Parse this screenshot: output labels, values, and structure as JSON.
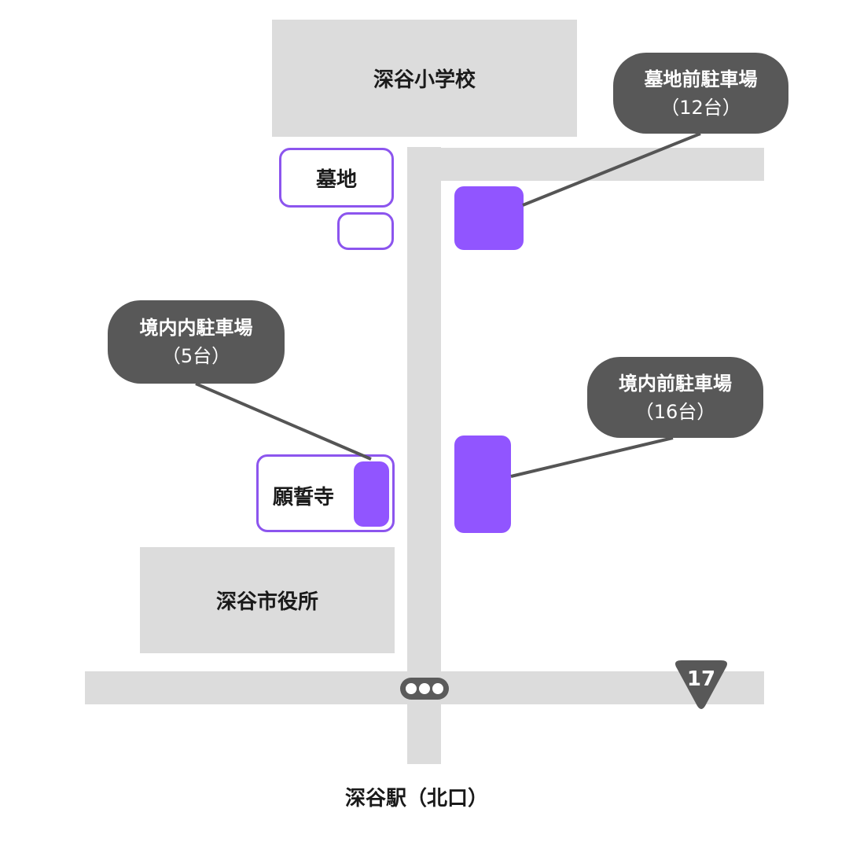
{
  "buildings": {
    "school": "深谷小学校",
    "cemetery": "墓地",
    "temple": "願誓寺",
    "city_hall": "深谷市役所"
  },
  "parking": {
    "cemetery_front": {
      "name": "墓地前駐車場",
      "count": "（12台）"
    },
    "precinct_inner": {
      "name": "境内内駐車場",
      "count": "（5台）"
    },
    "precinct_front": {
      "name": "境内前駐車場",
      "count": "（16台）"
    }
  },
  "route": {
    "number": "17"
  },
  "station": {
    "label": "深谷駅（北口）"
  },
  "colors": {
    "road": "#dcdcdc",
    "building": "#dcdcdc",
    "parking_lot": "#9155ff",
    "outline": "#8c55ee",
    "callout": "#585858",
    "callout_line": "#555555"
  },
  "icons": {
    "traffic_signal": "traffic-signal-icon",
    "route_shield": "route-shield-icon"
  }
}
